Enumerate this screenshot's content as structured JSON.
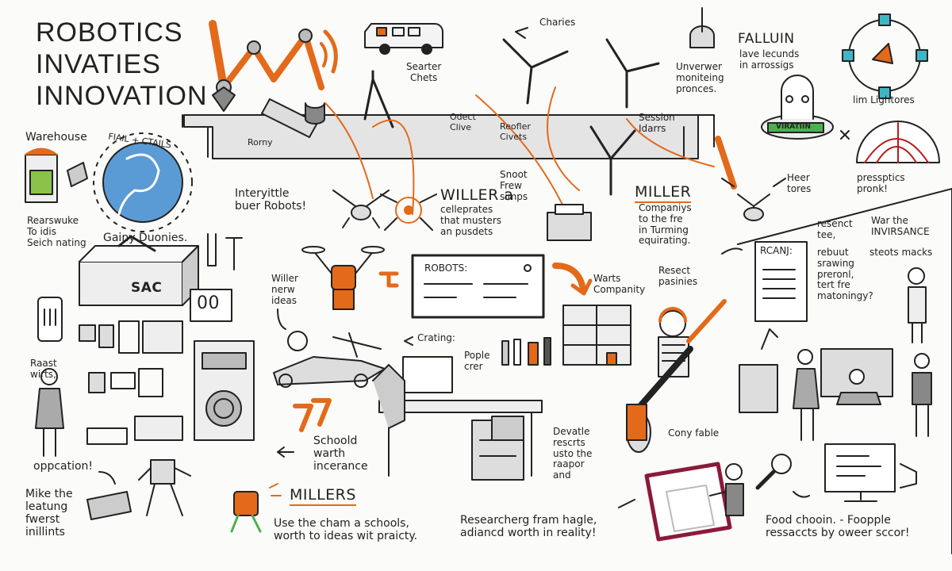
{
  "title": [
    "ROBOTICS",
    "INVATIES",
    "INNOVATION"
  ],
  "colors": {
    "ink": "#222222",
    "accent": "#e36a1a",
    "paper": "#fbfbf9",
    "blue": "#5b9bd5",
    "teal": "#3fb6c6",
    "grey": "#cfcfcf"
  },
  "labels": {
    "warehouse": "Warehouse",
    "fail_circle": "FIAIL + CTAILS",
    "rears": "Rearswuke\nTo idis\nSeich nating",
    "gainy": "Gainy Duonies.",
    "sac": "SAC",
    "counter": "00",
    "raast": "Raast\nwirts,",
    "oppcation": "oppcation!",
    "mike": "Mike the\nleatung\nfwerst\ninillints",
    "seven": "77",
    "school": "Schoold\nwarth\nincerance",
    "millers_title": "MILLERS",
    "millers_line": "Use the cham a schools,\nworth to ideas wit praicty.",
    "research_line": "Researcherg fram hagle,\nadiancd worth in reality!",
    "starter": "Searter\nChets",
    "charies": "Charies",
    "rorny": "Rorny",
    "odect": "Odect\nClive",
    "reofler": "Reofler\nCivets",
    "session": "Session\nIdarrs",
    "snoot": "Snoot\nFrew\nsimps",
    "interyittle": "Interyittle\nbuer Robots!",
    "willer_a_title": "WILLER a",
    "willer_a_body": "celleprates\nthat musters\nan pusdets",
    "miller_title": "MILLER",
    "miller_body": "Companiys\nto the fre\nin Turming\nequirating.",
    "willer_new": "Willer\nnerw\nideas",
    "robots_board": "ROBOTS:",
    "warts": "Warts\nCompanity",
    "resect": "Resect\npasinies",
    "crating": "Crating:",
    "pople": "Pople\ncrer",
    "devatle": "Devatle\nrescrts\nusto the\nraapor\nand",
    "cony": "Cony fable",
    "unwerver": "Unverwer\nmoniteing\npronces.",
    "falluin_title": "FALLUIN",
    "falluin_body": "lave lecunds\nin arrossigs",
    "lim": "lim Lightores",
    "drone_banner": "VIRATIIN",
    "heer": "Heer\ntores",
    "pressptics": "pressptics\npronk!",
    "resenct": "resenct\ntee,",
    "war": "War the\nINVIRSANCE",
    "rebuut": "rebuut\nsrawing\npreronl,\ntert fre\nmatoningy?",
    "steots": "steots macks",
    "rcanj": "RCANJ:",
    "food": "Food chooin. - Foopple\nressaccts by oweer sccor!"
  }
}
